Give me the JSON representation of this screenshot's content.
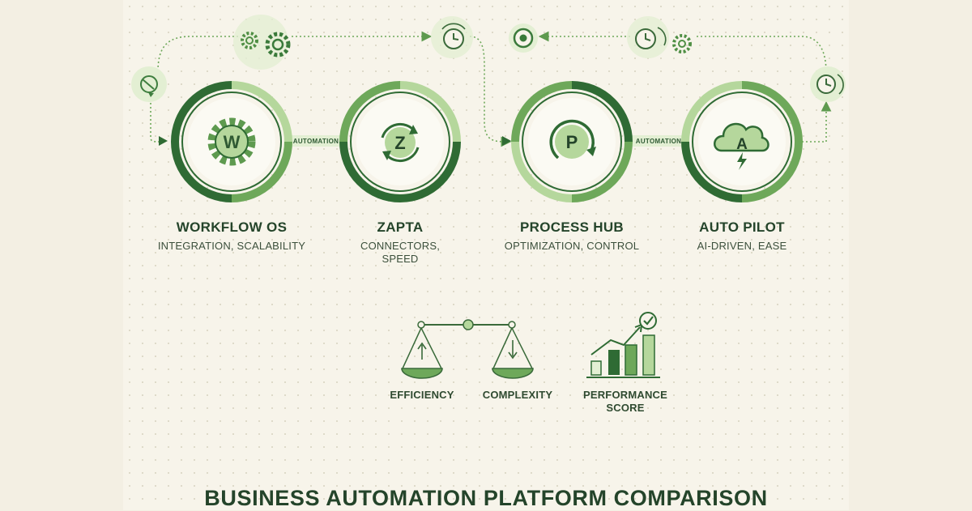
{
  "title": "BUSINESS AUTOMATION PLATFORM COMPARISON",
  "connector_label": "AUTOMATION",
  "platforms": [
    {
      "name": "WORKFLOW OS",
      "subtitle": "INTEGRATION, SCALABILITY",
      "logo_letter": "W",
      "logo_icon": "gear-icon"
    },
    {
      "name": "ZAPTA",
      "subtitle_lines": [
        "CONNECTORS,",
        "SPEED"
      ],
      "logo_letter": "Z",
      "logo_icon": "refresh-arrows-icon"
    },
    {
      "name": "PROCESS HUB",
      "subtitle": "OPTIMIZATION, CONTROL",
      "logo_letter": "P",
      "logo_icon": "circular-arrow-icon"
    },
    {
      "name": "AUTO PILOT",
      "subtitle": "AI-DRIVEN, EASE",
      "logo_letter": "A",
      "logo_icon": "cloud-lightning-icon"
    }
  ],
  "metrics": {
    "efficiency": "EFFICIENCY",
    "complexity": "COMPLEXITY",
    "performance_lines": [
      "PERFORMANCE",
      "SCORE"
    ]
  },
  "colors": {
    "dark_green": "#2f6b34",
    "mid_green": "#6ea85a",
    "light_green": "#b5d79c",
    "pale_green": "#e3efd3",
    "background": "#f7f4ea"
  }
}
